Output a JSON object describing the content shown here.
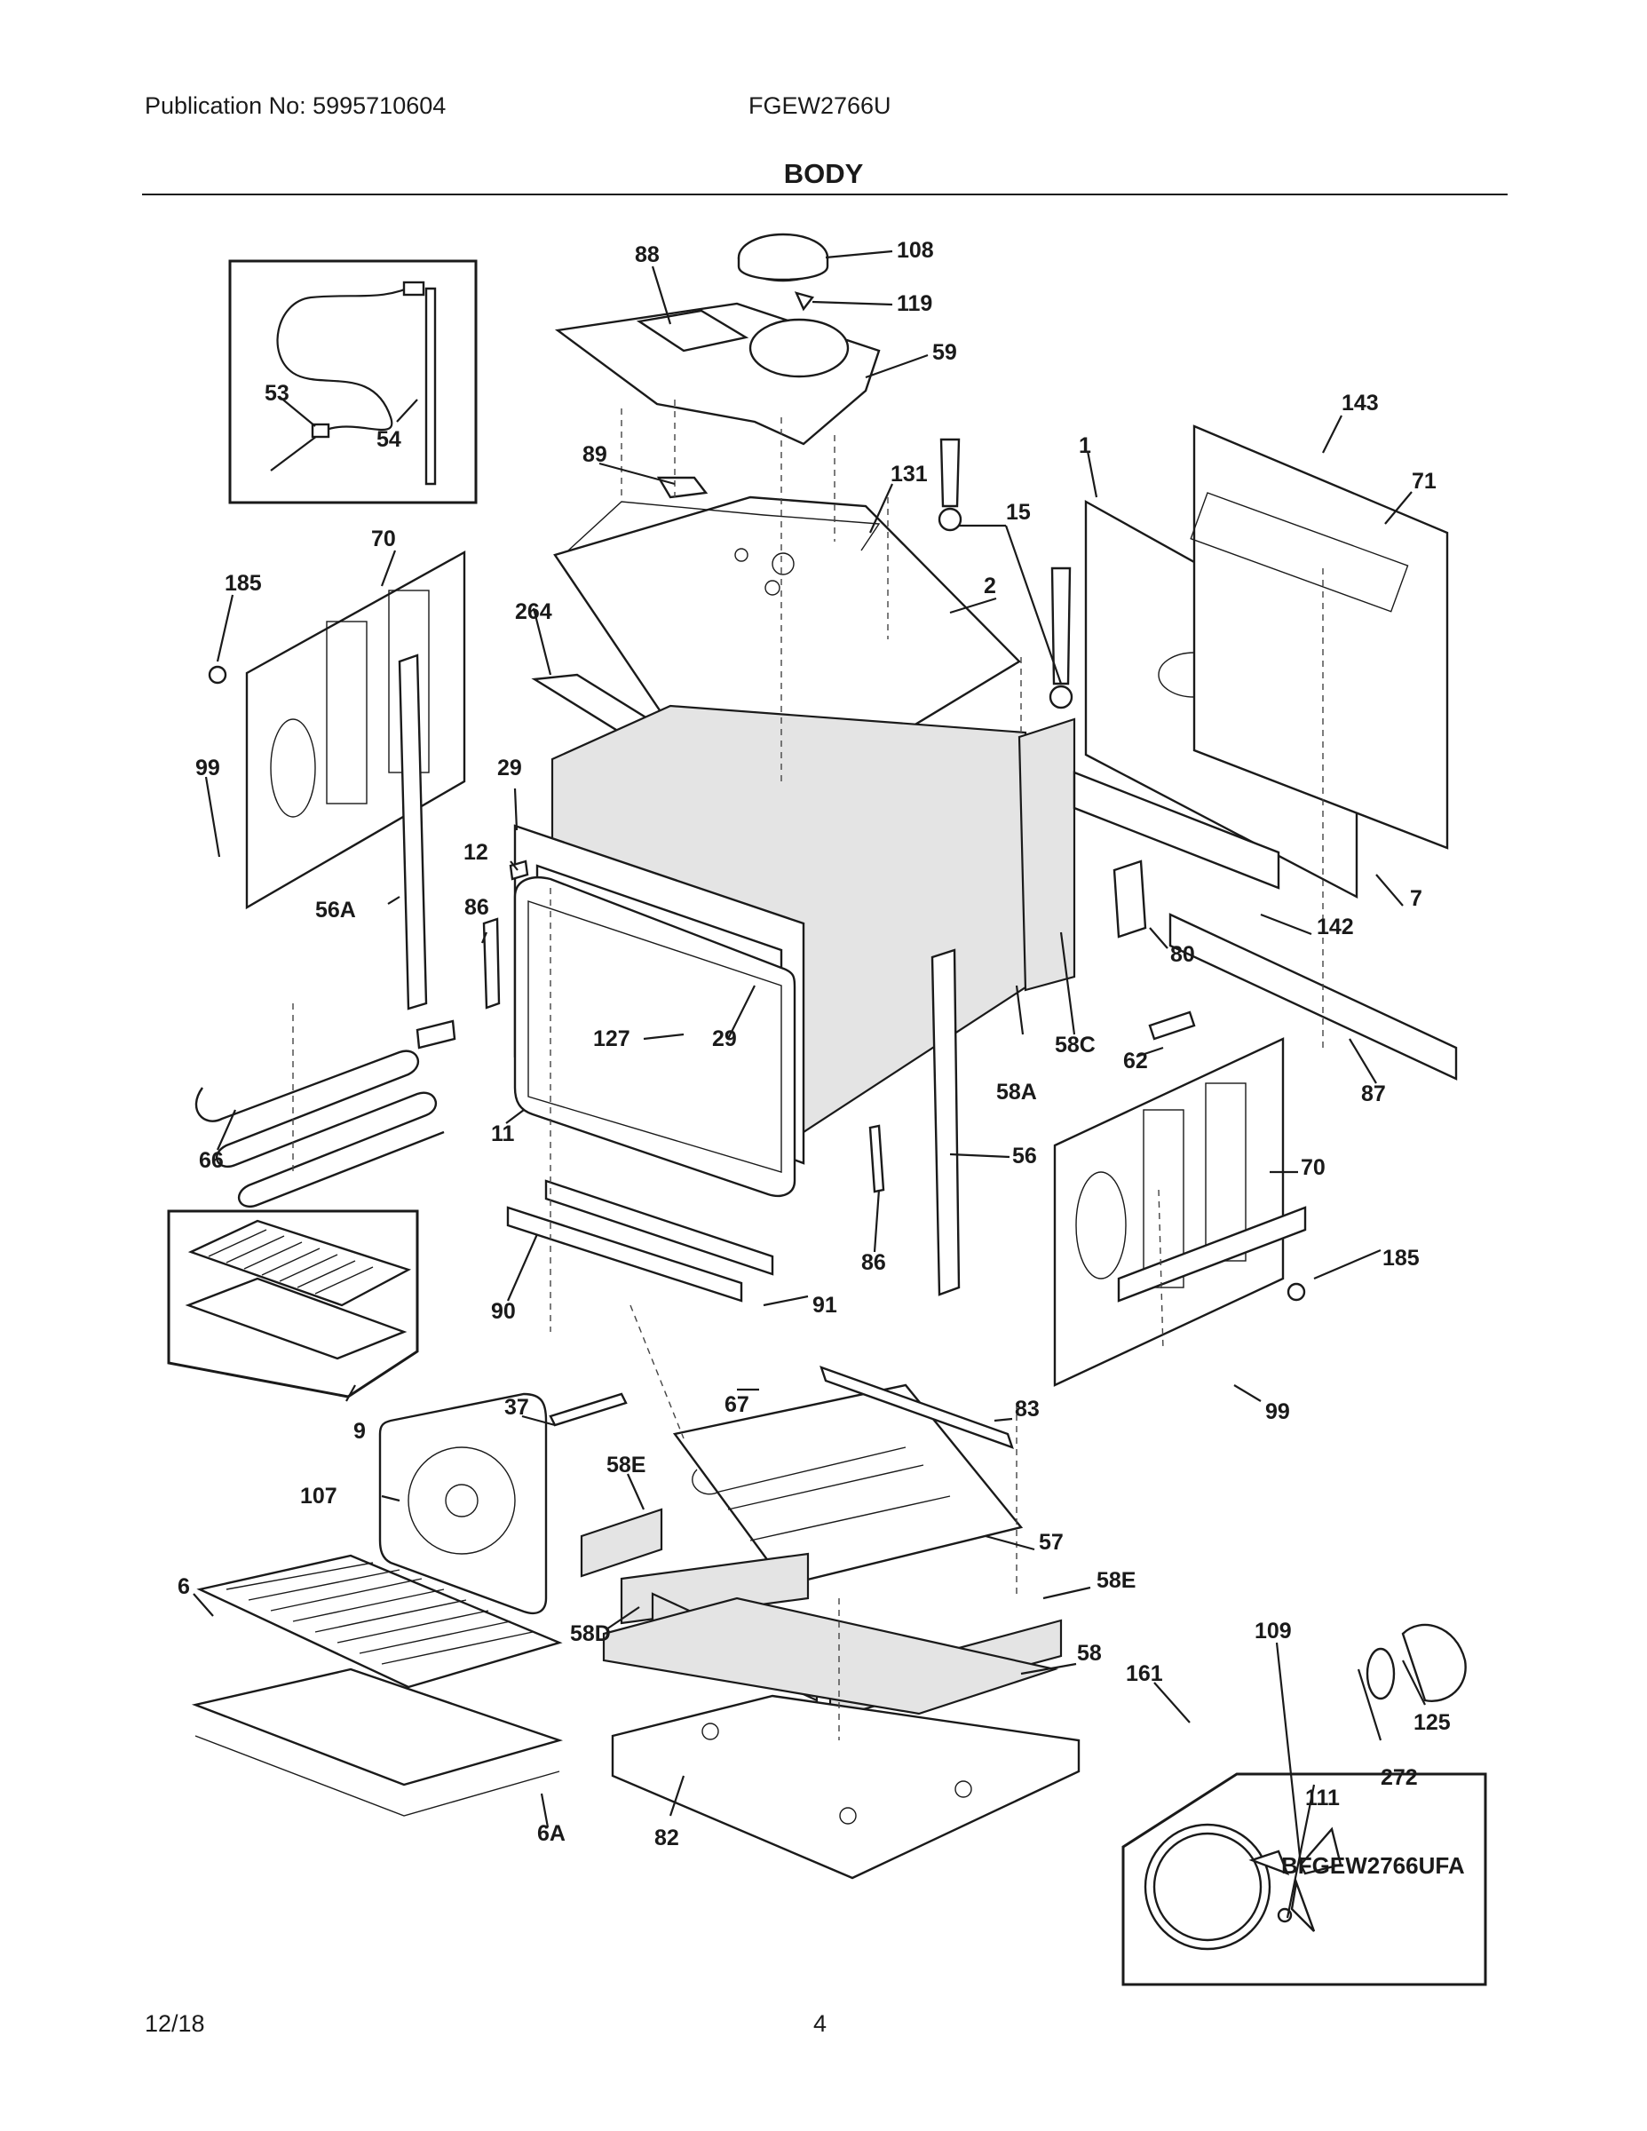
{
  "header": {
    "publication": "Publication No: 5995710604",
    "model": "FGEW2766U",
    "section_title": "BODY"
  },
  "diagram": {
    "callouts": {
      "c88": "88",
      "c108": "108",
      "c119": "119",
      "c59": "59",
      "c53": "53",
      "c54": "54",
      "c89": "89",
      "c131": "131",
      "c143": "143",
      "c71": "71",
      "c1": "1",
      "c15": "15",
      "c70a": "70",
      "c185a": "185",
      "c264": "264",
      "c2": "2",
      "c99a": "99",
      "c29a": "29",
      "c12": "12",
      "c56A": "56A",
      "c86a": "86",
      "c127": "127",
      "c29b": "29",
      "c7": "7",
      "c142": "142",
      "c80": "80",
      "c58C": "58C",
      "c62": "62",
      "c58A": "58A",
      "c87": "87",
      "c11": "11",
      "c66": "66",
      "c56": "56",
      "c70b": "70",
      "c86b": "86",
      "c185b": "185",
      "c90": "90",
      "c91": "91",
      "c9": "9",
      "c37": "37",
      "c67": "67",
      "c83": "83",
      "c99b": "99",
      "c58E_a": "58E",
      "c107": "107",
      "c57": "57",
      "c58E_b": "58E",
      "c6": "6",
      "c58D": "58D",
      "c58": "58",
      "c109": "109",
      "c161": "161",
      "c125": "125",
      "c272": "272",
      "c111": "111",
      "c6A": "6A",
      "c82": "82"
    },
    "reference_code": "BFGEW2766UFA"
  },
  "footer": {
    "date": "12/18",
    "page": "4"
  }
}
